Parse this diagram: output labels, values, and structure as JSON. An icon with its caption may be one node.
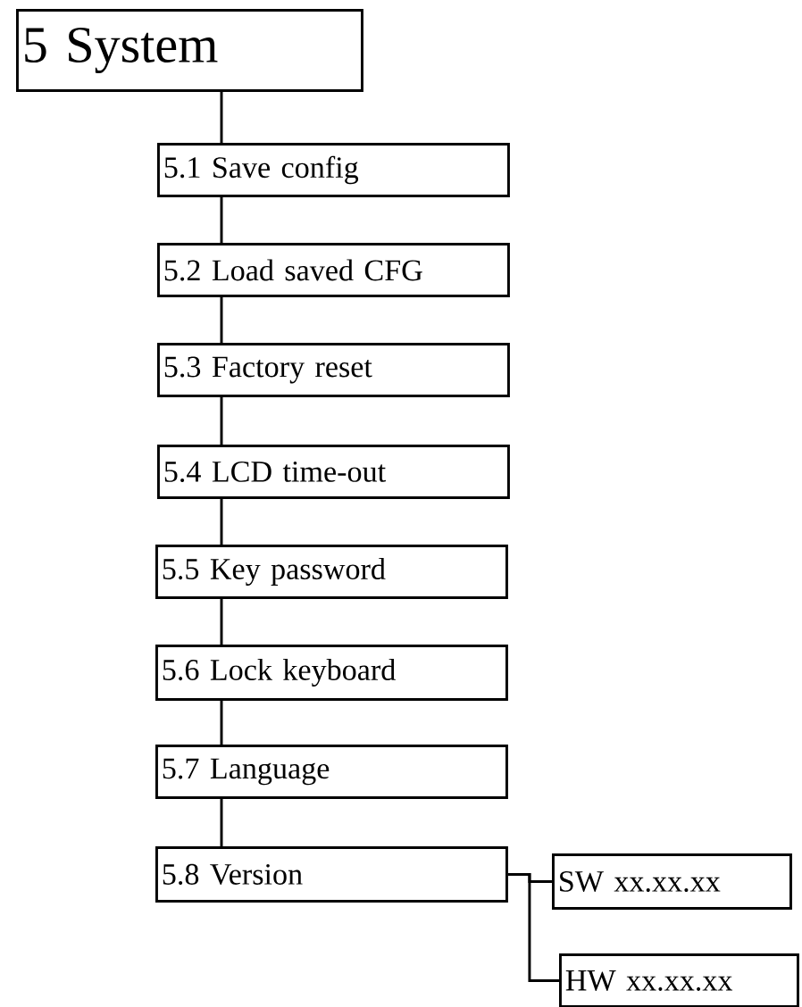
{
  "diagram": {
    "nodes": [
      {
        "text": [
          "5 System"
        ]
      },
      {
        "text": [
          "5.1 Save config"
        ]
      },
      {
        "text": [
          "5.2 Load saved CFG"
        ]
      },
      {
        "text": [
          "5.3 Factory reset"
        ]
      },
      {
        "text": [
          "5.4 LCD time-out"
        ]
      },
      {
        "text": [
          "5.5 Key password"
        ]
      },
      {
        "text": [
          "5.6 Lock keyboard"
        ]
      },
      {
        "text": [
          "5.7 Language"
        ]
      },
      {
        "text": [
          "5.8 Version"
        ]
      },
      {
        "text": [
          "SW xx.xx.xx"
        ]
      },
      {
        "text": [
          "HW xx.xx.xx"
        ]
      }
    ],
    "edges": [
      {
        "from": 0,
        "to": 1,
        "arrow": "none"
      },
      {
        "from": 1,
        "to": 2,
        "arrow": "none"
      },
      {
        "from": 2,
        "to": 3,
        "arrow": "none"
      },
      {
        "from": 3,
        "to": 4,
        "arrow": "none"
      },
      {
        "from": 4,
        "to": 5,
        "arrow": "none"
      },
      {
        "from": 5,
        "to": 6,
        "arrow": "none"
      },
      {
        "from": 6,
        "to": 7,
        "arrow": "none"
      },
      {
        "from": 7,
        "to": 8,
        "arrow": "none"
      },
      {
        "from": 8,
        "to": 9,
        "arrow": "none"
      },
      {
        "from": 8,
        "to": 10,
        "arrow": "none"
      }
    ]
  }
}
